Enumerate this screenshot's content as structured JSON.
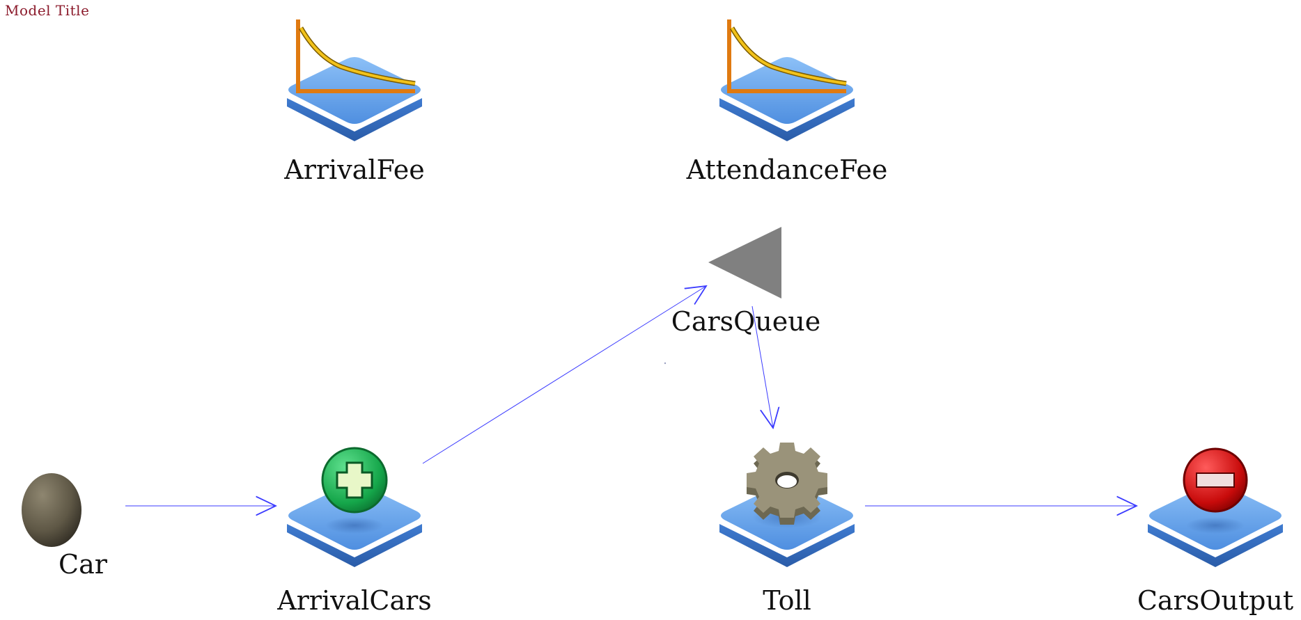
{
  "model_title": "Model Title",
  "nodes": {
    "car": {
      "label": "Car",
      "icon": "entity-sphere-icon"
    },
    "arrival_cars": {
      "label": "ArrivalCars",
      "icon": "create-plus-icon"
    },
    "cars_queue": {
      "label": "CarsQueue",
      "icon": "queue-triangle-icon"
    },
    "toll": {
      "label": "Toll",
      "icon": "gear-server-icon"
    },
    "cars_output": {
      "label": "CarsOutput",
      "icon": "dispose-minus-icon"
    },
    "arrival_fee": {
      "label": "ArrivalFee",
      "icon": "distribution-curve-icon"
    },
    "attendance_fee": {
      "label": "AttendanceFee",
      "icon": "distribution-curve-icon"
    }
  },
  "colors": {
    "title": "#8b1a2b",
    "connector": "#3b3bff",
    "platform": "#5c9ae8",
    "create_green": "#1fb85a",
    "dispose_red": "#d01010",
    "gear": "#8a8468",
    "queue_triangle": "#808080",
    "entity_sphere": "#5a5444"
  }
}
